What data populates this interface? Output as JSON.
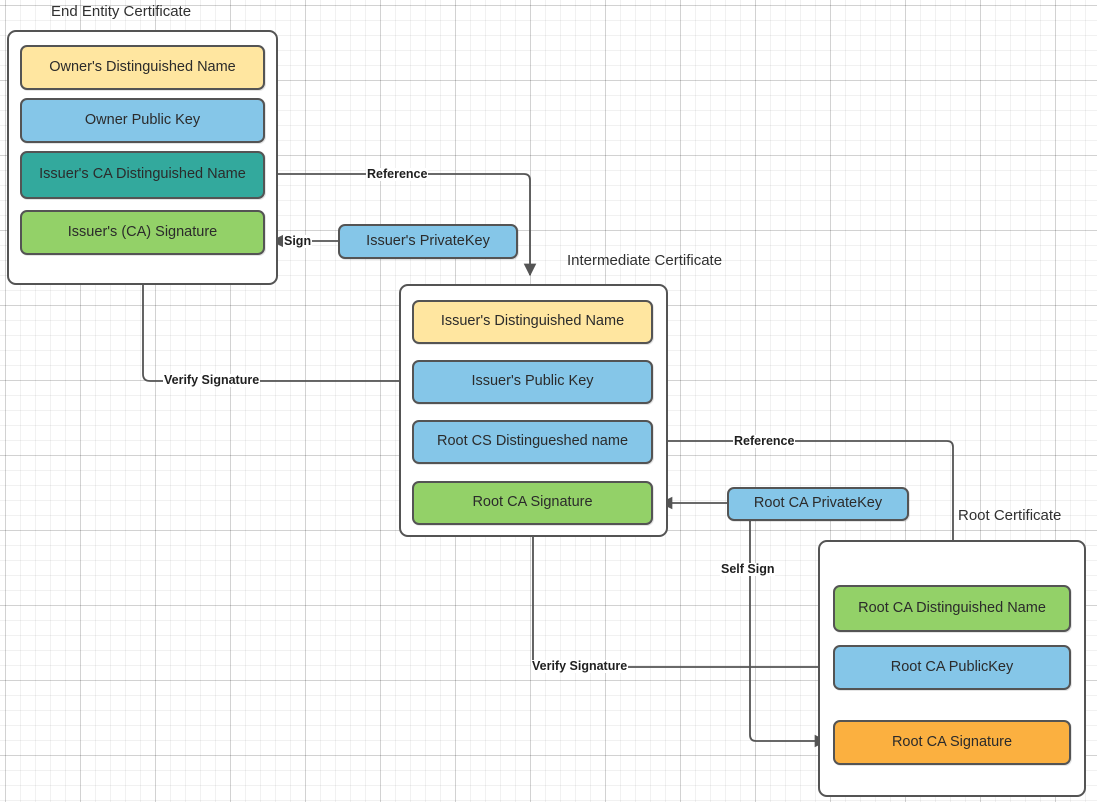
{
  "diagram": {
    "title_labels": [
      {
        "name": "end-entity-certificate-title",
        "text": "End Entity Certificate"
      },
      {
        "name": "intermediate-certificate-title",
        "text": "Intermediate Certificate"
      },
      {
        "name": "root-certificate-title",
        "text": "Root Certificate"
      }
    ],
    "colors": {
      "yellow": "#ffe6a0",
      "blue": "#85c6e8",
      "teal": "#33a99d",
      "green": "#93d168",
      "orange": "#fbb040",
      "stroke": "#545454",
      "canvas": "#ffffff",
      "text": "#2b2b2b"
    },
    "end_entity_certificate": {
      "label": "End Entity Certificate",
      "rows": [
        {
          "name": "owner-distinguished-name-box",
          "text": "Owner's Distinguished Name",
          "color": "yellow"
        },
        {
          "name": "owner-public-key-box",
          "text": "Owner Public  Key",
          "color": "blue"
        },
        {
          "name": "issuer-ca-distinguished-name-box",
          "text": "Issuer's CA Distinguished Name",
          "color": "teal"
        },
        {
          "name": "issuer-ca-signature-box",
          "text": "Issuer's (CA) Signature",
          "color": "green"
        }
      ]
    },
    "intermediate_certificate": {
      "label": "Intermediate Certificate",
      "rows": [
        {
          "name": "issuer-distinguished-name-box",
          "text": "Issuer's Distinguished Name",
          "color": "yellow"
        },
        {
          "name": "issuer-public-key-box",
          "text": "Issuer's Public  Key",
          "color": "blue"
        },
        {
          "name": "root-cs-distingueshed-name-box",
          "text": "Root CS Distingueshed name",
          "color": "blue"
        },
        {
          "name": "intermediate-root-ca-signature-box",
          "text": "Root CA Signature",
          "color": "green"
        }
      ]
    },
    "root_certificate": {
      "label": "Root Certificate",
      "rows": [
        {
          "name": "root-ca-distinguished-name-box",
          "text": "Root CA Distinguished Name",
          "color": "green"
        },
        {
          "name": "root-ca-public-key-box",
          "text": "Root CA PublicKey",
          "color": "blue"
        },
        {
          "name": "root-ca-signature-box",
          "text": "Root CA Signature",
          "color": "orange"
        }
      ]
    },
    "keys": [
      {
        "name": "issuers-privatekey-box",
        "text": "Issuer's PrivateKey",
        "color": "blue"
      },
      {
        "name": "root-ca-privatekey-box",
        "text": "Root CA PrivateKey",
        "color": "blue"
      }
    ],
    "edge_labels": [
      {
        "name": "edge-label-reference-top",
        "text": "Reference"
      },
      {
        "name": "edge-label-sign",
        "text": "Sign"
      },
      {
        "name": "edge-label-verify-signature-top",
        "text": "Verify Signature"
      },
      {
        "name": "edge-label-reference-bottom",
        "text": "Reference"
      },
      {
        "name": "edge-label-self-sign",
        "text": "Self Sign"
      },
      {
        "name": "edge-label-verify-signature-bottom",
        "text": "Verify Signature"
      }
    ]
  }
}
